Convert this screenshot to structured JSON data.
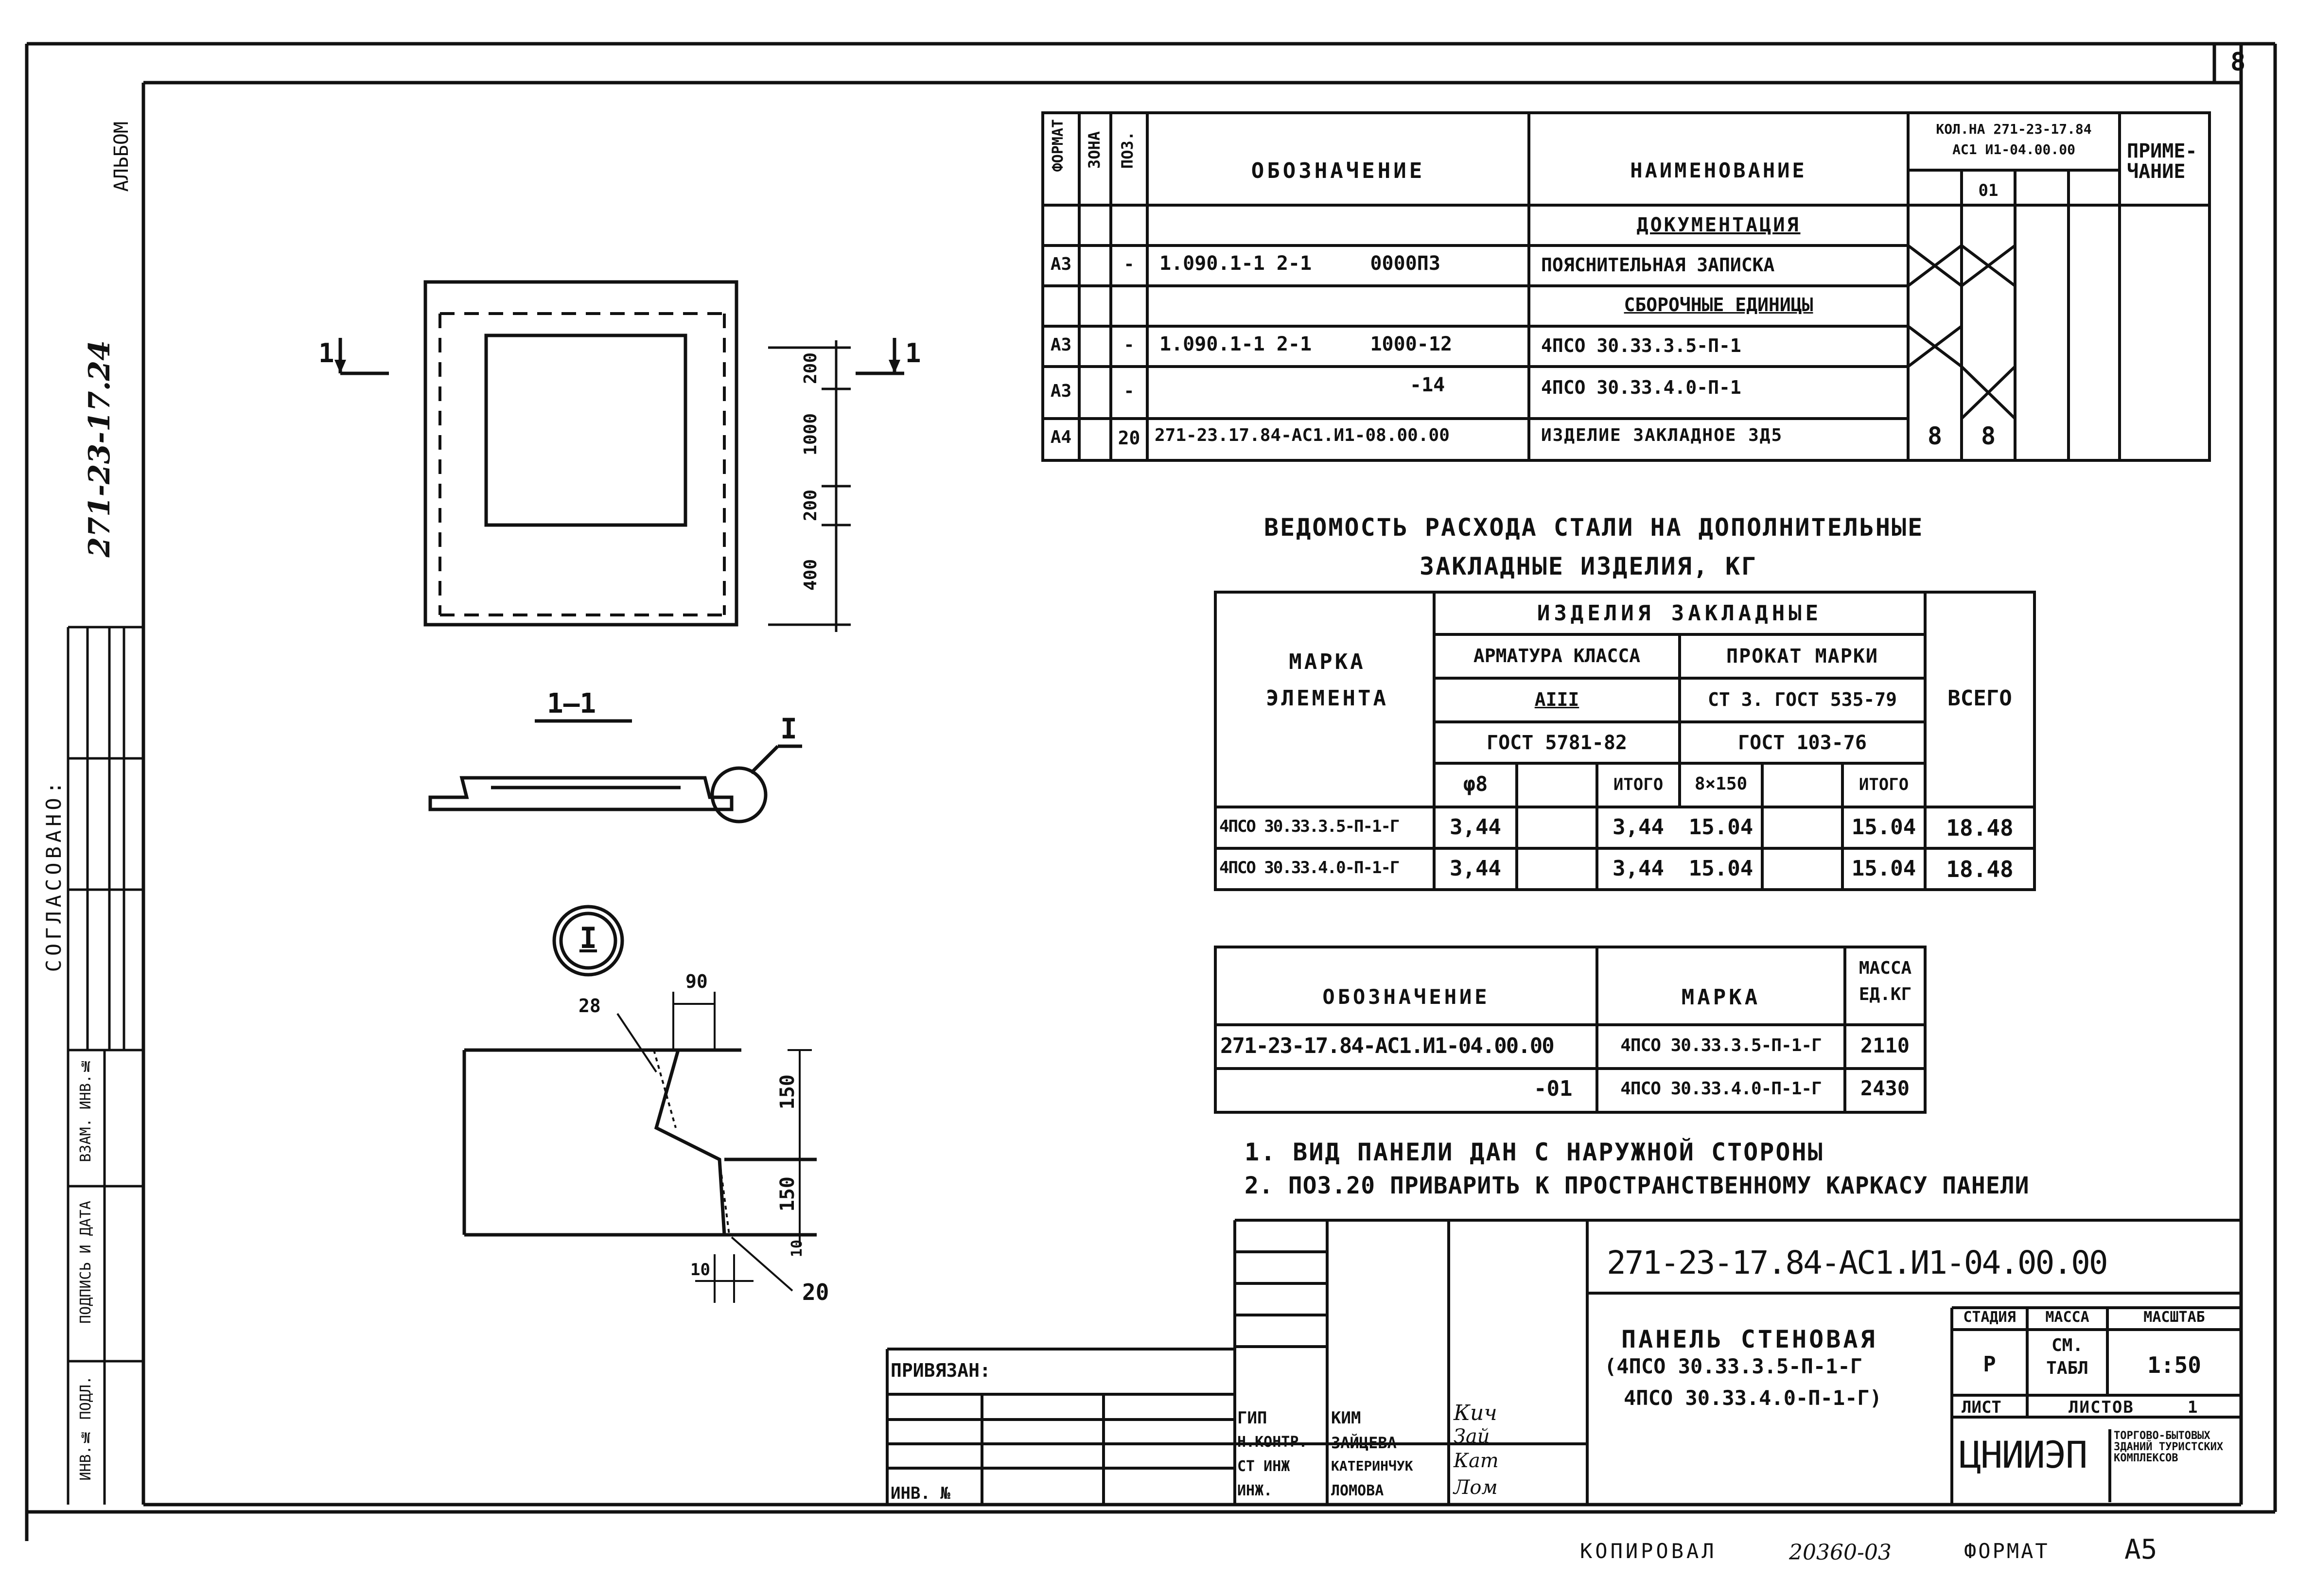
{
  "sheet": {
    "sheet_number": "8",
    "album_label": "АЛЬБОМ",
    "album_code": "271-23-17.24",
    "agreed": "СОГЛАСОВАНО:",
    "stamp": {
      "inv_podl": "ИНВ.№ ПОДЛ.",
      "sign_date": "ПОДПИСЬ И ДАТА",
      "vzam_inv": "ВЗАМ. ИНВ.№"
    },
    "footer": {
      "copied": "КОПИРОВАЛ",
      "order": "20360-03",
      "format_label": "ФОРМАТ",
      "format": "А5"
    }
  },
  "spec_table": {
    "headers": {
      "format": "ФОРМАТ",
      "zone": "ЗОНА",
      "pos": "ПОЗ.",
      "designation": "ОБОЗНАЧЕНИЕ",
      "name": "НАИМЕНОВАНИЕ",
      "qty_line1": "КОЛ.НА 271-23-17.84",
      "qty_line2": "АС1 И1-04.00.00",
      "qty_col_01": "01",
      "note": "ПРИМЕ-ЧАНИЕ"
    },
    "rows": [
      {
        "format": "",
        "pos": "",
        "designation": "",
        "name": "ДОКУМЕНТАЦИЯ",
        "q1": "",
        "q2": ""
      },
      {
        "format": "А3",
        "pos": "-",
        "designation": "1.090.1-1 2-1     0000ПЗ",
        "name": "ПОЯСНИТЕЛЬНАЯ ЗАПИСКА",
        "q1": "",
        "q2": ""
      },
      {
        "format": "",
        "pos": "",
        "designation": "",
        "name": "СБОРОЧНЫЕ ЕДИНИЦЫ",
        "q1": "",
        "q2": ""
      },
      {
        "format": "А3",
        "pos": "-",
        "designation": "1.090.1-1 2-1     1000-12",
        "name": "4ПСО 30.33.3.5-П-1",
        "q1": "",
        "q2": ""
      },
      {
        "format": "А3",
        "pos": "-",
        "designation": "-14",
        "name": "4ПСО 30.33.4.0-П-1",
        "q1": "",
        "q2": ""
      },
      {
        "format": "А4",
        "pos": "20",
        "designation": "271-23.17.84-АС1.И1-08.00.00",
        "name": "ИЗДЕЛИЕ ЗАКЛАДНОЕ ЗД5",
        "q1": "8",
        "q2": "8"
      }
    ]
  },
  "steel_table": {
    "title_line1": "ВЕДОМОСТЬ РАСХОДА СТАЛИ НА ДОПОЛНИТЕЛЬНЫЕ",
    "title_line2": "ЗАКЛАДНЫЕ ИЗДЕЛИЯ, КГ",
    "h_mark": "МАРКА ЭЛЕМЕНТА",
    "h_items": "ИЗДЕЛИЯ ЗАКЛАДНЫЕ",
    "h_rebar": "АРМАТУРА КЛАССА",
    "h_rebar_class": "АIII",
    "h_rebar_gost": "ГОСТ 5781-82",
    "h_rolled": "ПРОКАТ МАРКИ",
    "h_rolled_grade": "СТ 3. ГОСТ 535-79",
    "h_rolled_gost": "ГОСТ 103-76",
    "h_total_all": "ВСЕГО",
    "h_d8": "φ8",
    "h_total": "ИТОГО",
    "h_8x150": "8×150",
    "rows": [
      {
        "mark": "4ПСО 30.33.3.5-П-1-Г",
        "d8": "3,44",
        "t1": "3,44",
        "s": "15.04",
        "t2": "15.04",
        "all": "18.48"
      },
      {
        "mark": "4ПСО 30.33.4.0-П-1-Г",
        "d8": "3,44",
        "t1": "3,44",
        "s": "15.04",
        "t2": "15.04",
        "all": "18.48"
      }
    ]
  },
  "mass_table": {
    "h_designation": "ОБОЗНАЧЕНИЕ",
    "h_mark": "МАРКА",
    "h_mass": "МАССА ЕД.КГ",
    "rows": [
      {
        "designation": "271-23-17.84-АС1.И1-04.00.00",
        "mark": "4ПСО 30.33.3.5-П-1-Г",
        "mass": "2110"
      },
      {
        "designation": "-01",
        "mark": "4ПСО 30.33.4.0-П-1-Г",
        "mass": "2430"
      }
    ]
  },
  "notes": [
    "1. ВИД ПАНЕЛИ ДАН С НАРУЖНОЙ СТОРОНЫ",
    "2. ПОЗ.20 ПРИВАРИТЬ К ПРОСТРАНСТВЕННОМУ КАРКАСУ ПАНЕЛИ"
  ],
  "drawing": {
    "section_label": "1",
    "section_title": "1—1",
    "detail_label": "I",
    "dims_vertical": [
      "200",
      "1000",
      "200",
      "400"
    ],
    "detail_dims": {
      "top": "90",
      "d1": "150",
      "d2": "150",
      "d3": "10",
      "bottom": "10",
      "weld": "28",
      "pos": "20"
    }
  },
  "title_block": {
    "code": "271-23-17.84-АС1.И1-04.00.00",
    "title_line1": "ПАНЕЛЬ СТЕНОВАЯ",
    "title_line2": "(4ПСО 30.33.3.5-П-1-Г",
    "title_line3": "4ПСО 30.33.4.0-П-1-Г)",
    "stage_label": "СТАДИЯ",
    "mass_label": "МАССА",
    "scale_label": "МАСШТАБ",
    "stage": "Р",
    "mass": "СМ. ТАБЛ",
    "scale": "1:50",
    "sheet_label": "ЛИСТ",
    "sheets_label": "ЛИСТОВ",
    "sheets": "1",
    "org": "ЦНИИЭП",
    "org_sub": "ТОРГОВО-БЫТОВЫХ ЗДАНИЙ ТУРИСТСКИХ КОМПЛЕКСОВ",
    "bound": "ПРИВЯЗАН:",
    "inv": "ИНВ. №",
    "staff": [
      {
        "role": "ГИП",
        "name": "КИМ"
      },
      {
        "role": "Н.КОНТР.",
        "name": "ЗАЙЦЕВА"
      },
      {
        "role": "СТ ИНЖ",
        "name": "КАТЕРИНЧУК"
      },
      {
        "role": "ИНЖ.",
        "name": "ЛОМОВА"
      }
    ],
    "signatures": [
      "Кич",
      "Зай",
      "Кат",
      "Лом"
    ]
  }
}
